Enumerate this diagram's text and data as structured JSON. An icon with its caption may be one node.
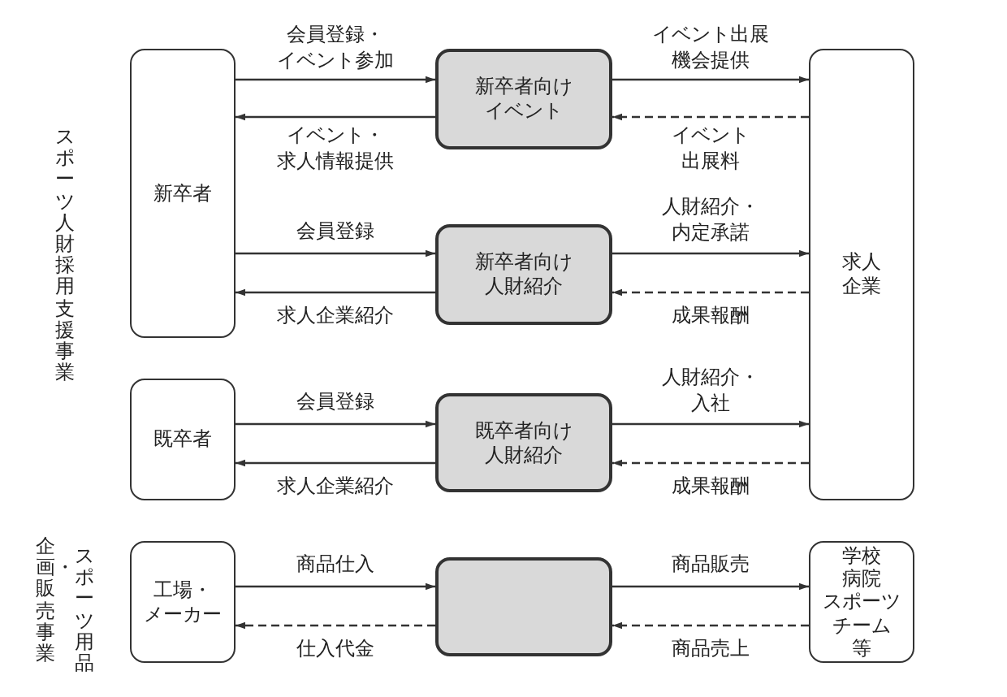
{
  "diagram": {
    "nodes": [
      {
        "text": [
          "新卒者"
        ]
      },
      {
        "text": [
          "新卒者向けイベント"
        ]
      },
      {
        "text": [
          "新卒者向け人財紹介"
        ]
      },
      {
        "text": [
          "既卒者"
        ]
      },
      {
        "text": [
          "既卒者向け人財紹介"
        ]
      },
      {
        "text": [
          "求人企業"
        ]
      },
      {
        "text": [
          "工場・メーカー"
        ]
      },
      {
        "text": [],
        "shape": "box"
      },
      {
        "text": [
          "学校",
          "病院",
          "スポーツ",
          "チーム",
          "等"
        ]
      }
    ],
    "edges": [
      {
        "from": 0,
        "to": 1,
        "arrow": "to",
        "label": "会員登録・イベント参加"
      },
      {
        "from": 1,
        "to": 0,
        "arrow": "to",
        "label": "イベント・求人情報提供"
      },
      {
        "from": 1,
        "to": 5,
        "arrow": "to",
        "label": "イベント出展機会提供"
      },
      {
        "from": 5,
        "to": 1,
        "arrow": "to",
        "label": "イベント出展料",
        "style": "dashed"
      },
      {
        "from": 0,
        "to": 2,
        "arrow": "to",
        "label": "会員登録"
      },
      {
        "from": 2,
        "to": 0,
        "arrow": "to",
        "label": "求人企業紹介"
      },
      {
        "from": 2,
        "to": 5,
        "arrow": "to",
        "label": "人財紹介・内定承諾"
      },
      {
        "from": 5,
        "to": 2,
        "arrow": "to",
        "label": "成果報酬",
        "style": "dashed"
      },
      {
        "from": 3,
        "to": 4,
        "arrow": "to",
        "label": "会員登録"
      },
      {
        "from": 4,
        "to": 3,
        "arrow": "to",
        "label": "求人企業紹介"
      },
      {
        "from": 4,
        "to": 5,
        "arrow": "to",
        "label": "人財紹介・入社"
      },
      {
        "from": 5,
        "to": 4,
        "arrow": "to",
        "label": "成果報酬",
        "style": "dashed"
      },
      {
        "from": 6,
        "to": 7,
        "arrow": "to",
        "label": "商品仕入"
      },
      {
        "from": 7,
        "to": 6,
        "arrow": "to",
        "label": "仕入代金",
        "style": "dashed"
      },
      {
        "from": 7,
        "to": 8,
        "arrow": "to",
        "label": "商品販売"
      },
      {
        "from": 8,
        "to": 7,
        "arrow": "to",
        "label": "商品売上",
        "style": "dashed"
      }
    ],
    "labels": [
      "スポーツ人財採用支援事業",
      "スポーツ用品",
      "企画・販売事業"
    ]
  }
}
